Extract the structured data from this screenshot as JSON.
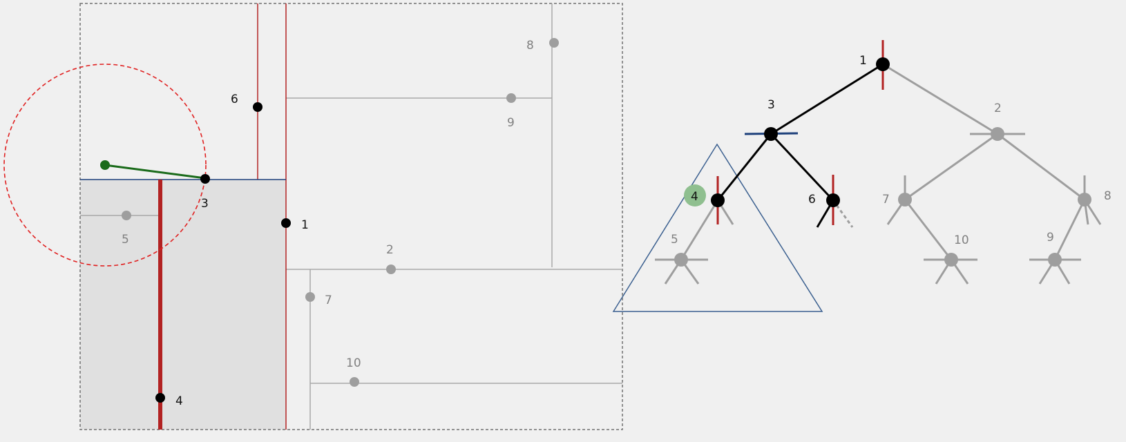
{
  "colors": {
    "background": "#f0f0f0",
    "region_fill": "#e0e0e0",
    "box_border": "#707070",
    "active_node": "#000000",
    "inactive_node": "#9e9e9e",
    "inactive_line": "#a8a8a8",
    "vertical_split": "#b22222",
    "horizontal_split": "#1c3f7a",
    "query_point": "#1a6b1a",
    "search_radius": "#e02020",
    "highlight_node": "#8fbf8f",
    "subtree_triangle": "#3a5f8f",
    "label_active": "#111111",
    "label_inactive": "#808080"
  },
  "space": {
    "points": [
      {
        "label": "1",
        "state": "active"
      },
      {
        "label": "2",
        "state": "inactive"
      },
      {
        "label": "3",
        "state": "active"
      },
      {
        "label": "4",
        "state": "active"
      },
      {
        "label": "5",
        "state": "inactive"
      },
      {
        "label": "6",
        "state": "active"
      },
      {
        "label": "7",
        "state": "inactive"
      },
      {
        "label": "8",
        "state": "inactive"
      },
      {
        "label": "9",
        "state": "inactive"
      },
      {
        "label": "10",
        "state": "inactive"
      }
    ]
  },
  "tree": {
    "nodes": [
      {
        "label": "1",
        "state": "active",
        "split": "vertical"
      },
      {
        "label": "3",
        "state": "active",
        "split": "horizontal"
      },
      {
        "label": "2",
        "state": "inactive",
        "split": "horizontal"
      },
      {
        "label": "4",
        "state": "active",
        "split": "vertical",
        "highlighted": true
      },
      {
        "label": "6",
        "state": "active",
        "split": "vertical"
      },
      {
        "label": "7",
        "state": "inactive",
        "split": "vertical"
      },
      {
        "label": "8",
        "state": "inactive",
        "split": "vertical"
      },
      {
        "label": "5",
        "state": "inactive",
        "split": "horizontal"
      },
      {
        "label": "10",
        "state": "inactive",
        "split": "horizontal"
      },
      {
        "label": "9",
        "state": "inactive",
        "split": "horizontal"
      }
    ]
  }
}
